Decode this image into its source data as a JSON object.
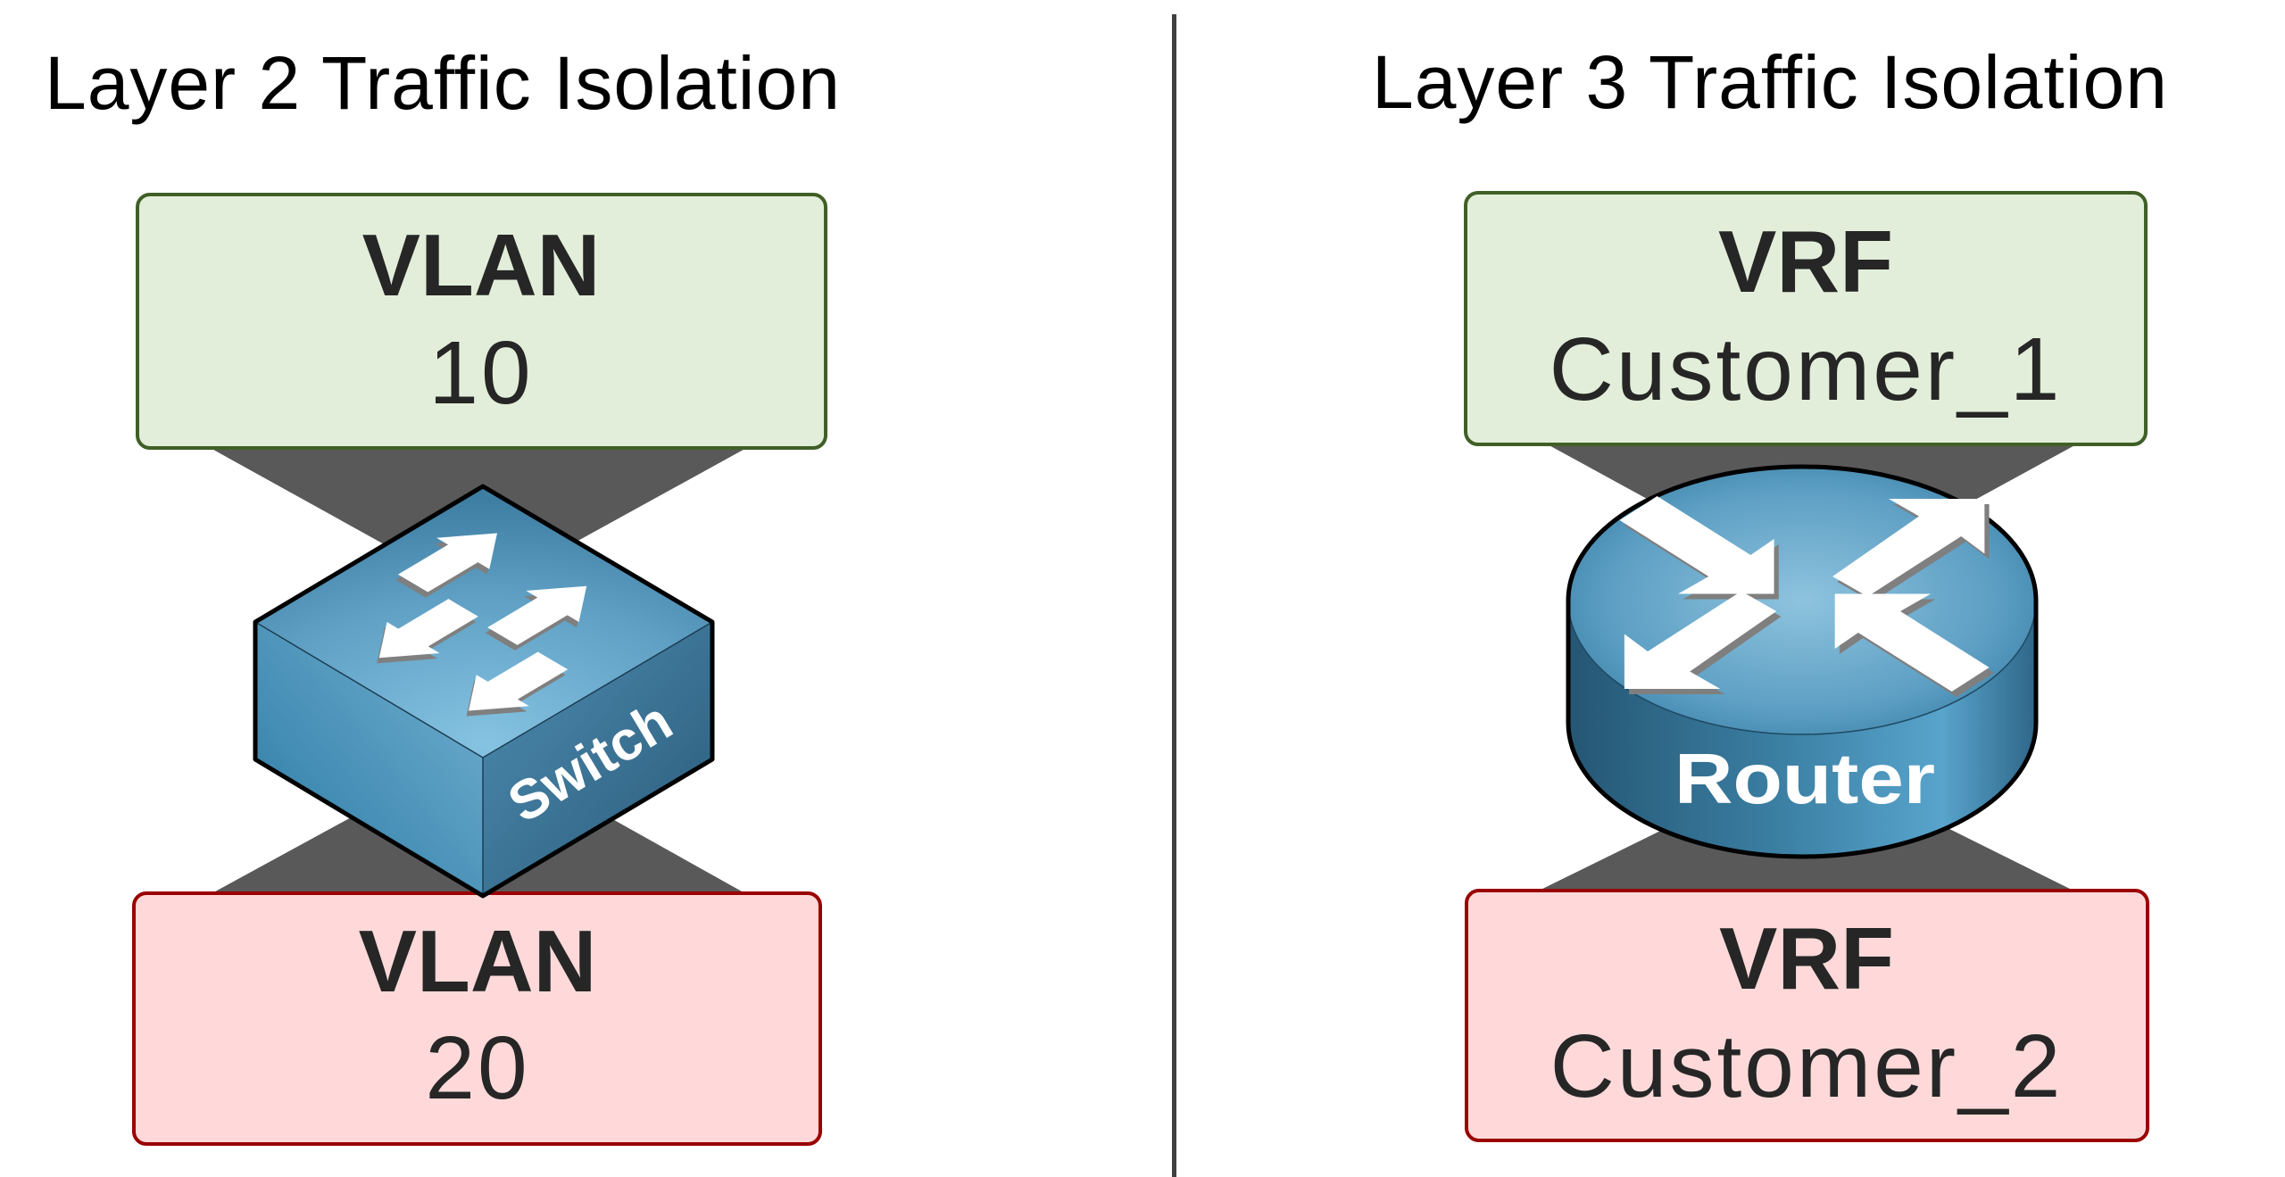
{
  "colors": {
    "top_box_fill": "#e2eed9",
    "top_box_border": "#3f5f27",
    "bottom_box_fill": "#ffd9d9",
    "bottom_box_border": "#9a0000",
    "connector": "#595959",
    "divider": "#404040",
    "text": "#262626",
    "device_light": "#80bfe0",
    "device_mid": "#4a8fb5",
    "device_dark": "#2a5f80"
  },
  "left_panel": {
    "title": "Layer 2 Traffic Isolation",
    "top_box": {
      "heading": "VLAN",
      "value": "10"
    },
    "device": {
      "type": "switch",
      "label": "Switch",
      "icon": "switch-icon"
    },
    "bottom_box": {
      "heading": "VLAN",
      "value": "20"
    }
  },
  "right_panel": {
    "title": "Layer 3 Traffic Isolation",
    "top_box": {
      "heading": "VRF",
      "value": "Customer_1"
    },
    "device": {
      "type": "router",
      "label": "Router",
      "icon": "router-icon"
    },
    "bottom_box": {
      "heading": "VRF",
      "value": "Customer_2"
    }
  }
}
